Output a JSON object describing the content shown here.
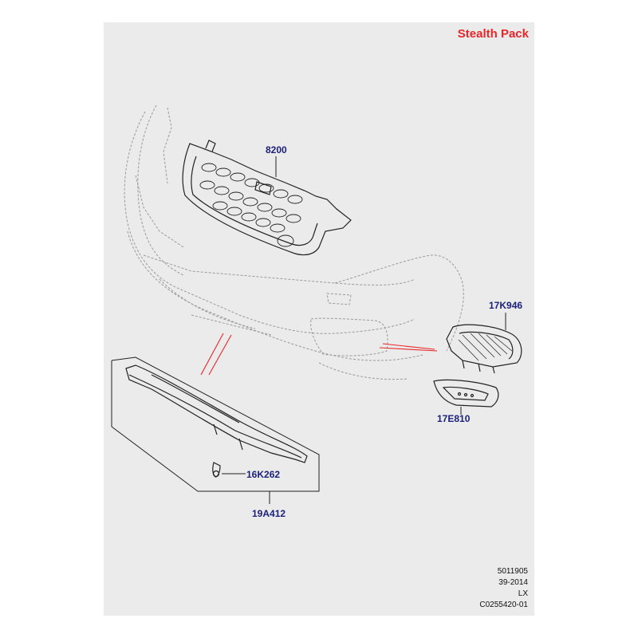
{
  "title": "Stealth Pack",
  "callouts": {
    "grille": "8200",
    "side_grille": "17K946",
    "side_bezel": "17E810",
    "clip": "16K262",
    "lower_panel": "19A412"
  },
  "meta": {
    "line1": "5011905",
    "line2": "39-2014",
    "line3": "LX",
    "line4": "C0255420-01"
  },
  "colors": {
    "sheet": "#ebebeb",
    "title": "#e8262a",
    "callout_text": "#1b1f7a",
    "leader_red": "#e8262a",
    "line_art": "#222222",
    "ghost_line": "#9a9a9a"
  }
}
